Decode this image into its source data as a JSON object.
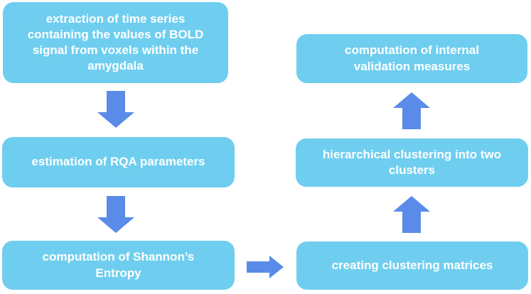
{
  "diagram": {
    "title": "flowchart of amygdala BOLD signal clustering pipeline",
    "boxes": [
      {
        "id": "extraction",
        "label": "extraction of time series containing the values of BOLD signal from voxels within the amygdala"
      },
      {
        "id": "rqa",
        "label": "estimation of RQA parameters"
      },
      {
        "id": "entropy",
        "label": "computation of Shannon’s Entropy"
      },
      {
        "id": "matrices",
        "label": "creating clustering matrices"
      },
      {
        "id": "clusters",
        "label": "hierarchical clustering into two clusters"
      },
      {
        "id": "validation",
        "label": "computation of internal validation measures"
      }
    ],
    "arrows": [
      {
        "id": "arrow-down-1",
        "direction": "down",
        "from": "extraction",
        "to": "rqa"
      },
      {
        "id": "arrow-down-2",
        "direction": "down",
        "from": "rqa",
        "to": "entropy"
      },
      {
        "id": "arrow-right-1",
        "direction": "right",
        "from": "entropy",
        "to": "matrices"
      },
      {
        "id": "arrow-up-1",
        "direction": "up",
        "from": "matrices",
        "to": "clusters"
      },
      {
        "id": "arrow-up-2",
        "direction": "up",
        "from": "clusters",
        "to": "validation"
      }
    ]
  },
  "colors": {
    "box_fill": "#6FCEEF",
    "arrow": "#5A8BE8",
    "text": "#FFFFFF",
    "background": "#FFFFFF"
  }
}
